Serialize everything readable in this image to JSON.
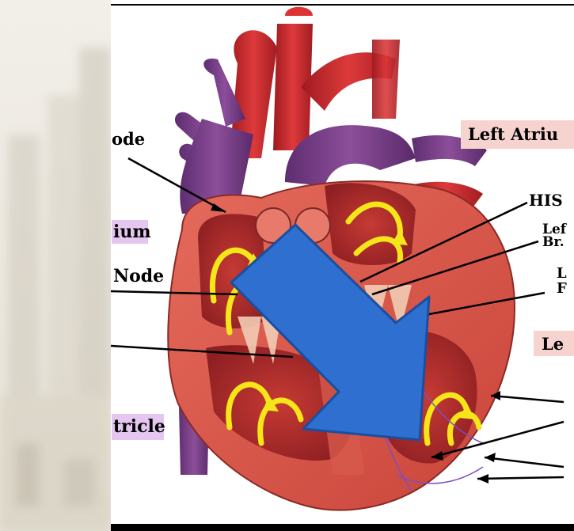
{
  "labels": {
    "sa_node": "ode",
    "right_atrium": "ium",
    "av_node": "Node",
    "right_ventricle": "tricle",
    "left_atrium": "Left Atriu",
    "his_bundle": "HIS",
    "left_bundle_line1": "Lef",
    "left_bundle_line2": "Br.",
    "left_fibers_line1": "L",
    "left_fibers_line2": "F",
    "left_ventricle": "Le"
  },
  "colors": {
    "heart_tissue": "#d9574a",
    "vessel_purple": "#7a3f86",
    "vessel_red": "#c8262b",
    "flow_yellow": "#f5e61a",
    "arrow_blue": "#2f6fd0",
    "label_pink": "#f6d3cf",
    "label_lavender": "#e5c6f0"
  },
  "icons": {
    "overlay_arrow": "blue-diagonal-arrow-icon"
  }
}
